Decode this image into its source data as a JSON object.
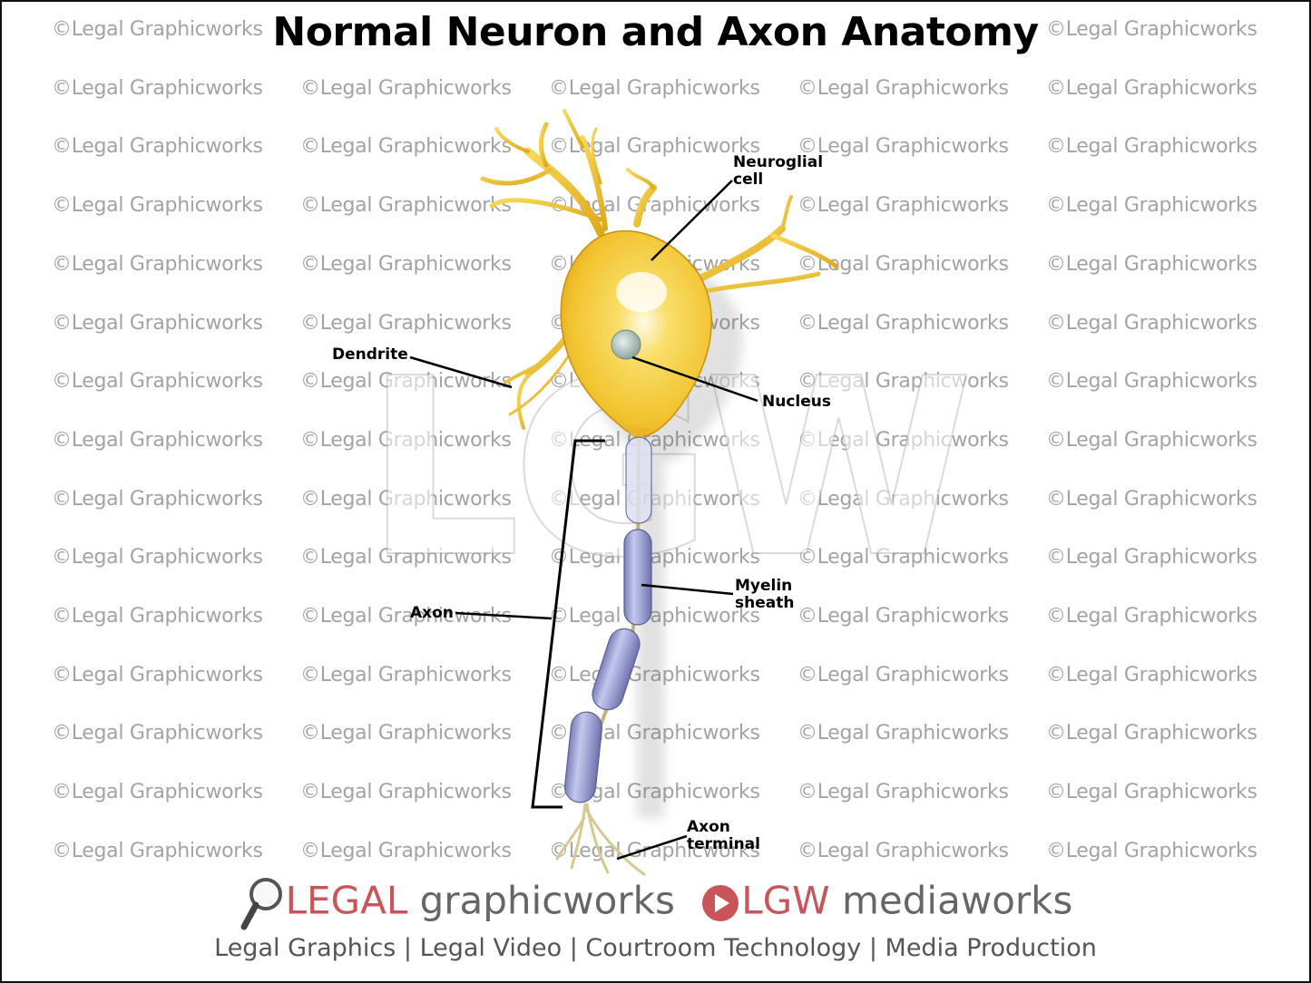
{
  "title": "Normal Neuron and Axon Anatomy",
  "watermark_text": "©Legal Graphicworks",
  "big_watermark": "LGW",
  "labels": {
    "neuroglial_1": "Neuroglial",
    "neuroglial_2": "cell",
    "dendrite": "Dendrite",
    "nucleus": "Nucleus",
    "myelin_1": "Myelin",
    "myelin_2": "sheath",
    "axon": "Axon",
    "axon_terminal_1": "Axon",
    "axon_terminal_2": "terminal"
  },
  "footer": {
    "brand_legal": "LEGAL",
    "brand_graphicworks": " graphicworks",
    "brand_lgw": "LGW",
    "brand_mediaworks": " mediaworks",
    "tagline": "Legal Graphics | Legal Video | Courtroom Technology | Media Production"
  },
  "colors": {
    "cell_body": "#f2c531",
    "myelin": "#a6a9d6",
    "brand_red": "#c9545a"
  }
}
